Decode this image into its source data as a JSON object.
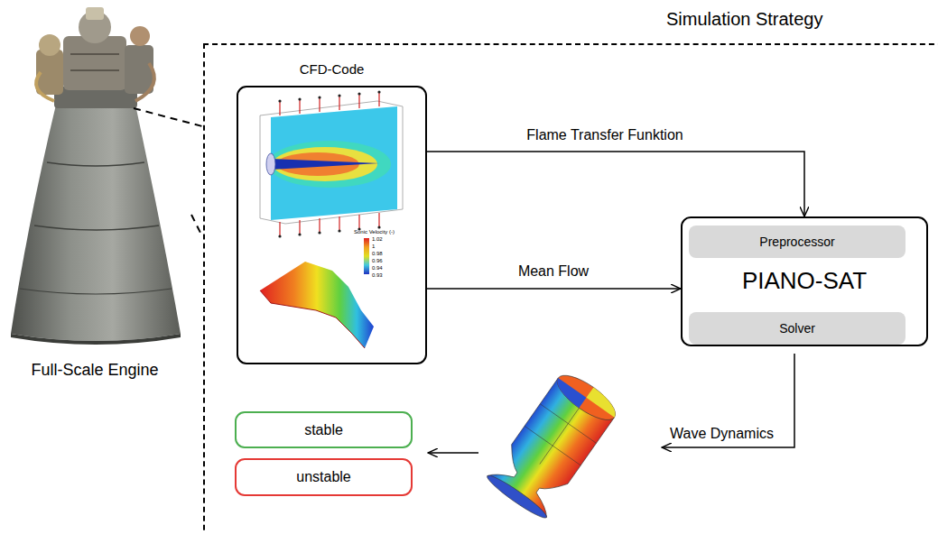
{
  "diagram": {
    "nodes": [
      {
        "text": [
          "Simulation Strategy"
        ]
      },
      {
        "text": [
          "CFD-Code"
        ],
        "in": 0
      },
      {
        "text": [
          "PIANO-SAT"
        ],
        "in": 0
      },
      {
        "text": [
          "Preprocessor"
        ],
        "in": 2
      },
      {
        "text": [
          "Solver"
        ],
        "in": 2
      },
      {
        "text": [
          "stable"
        ],
        "in": 0
      },
      {
        "text": [
          "unstable"
        ],
        "in": 0
      }
    ],
    "edges": [
      {
        "from": 1,
        "to": 2,
        "arrow": "to",
        "label": "Flame Transfer Funktion"
      },
      {
        "from": 1,
        "to": 2,
        "arrow": "to",
        "label": "Mean Flow"
      }
    ],
    "labels": [
      "Full-Scale Engine",
      "Sonic Velocity (-)",
      "1.02",
      "1",
      "0.98",
      "0.96",
      "0.94",
      "0.93",
      "Wave Dynamics"
    ]
  }
}
